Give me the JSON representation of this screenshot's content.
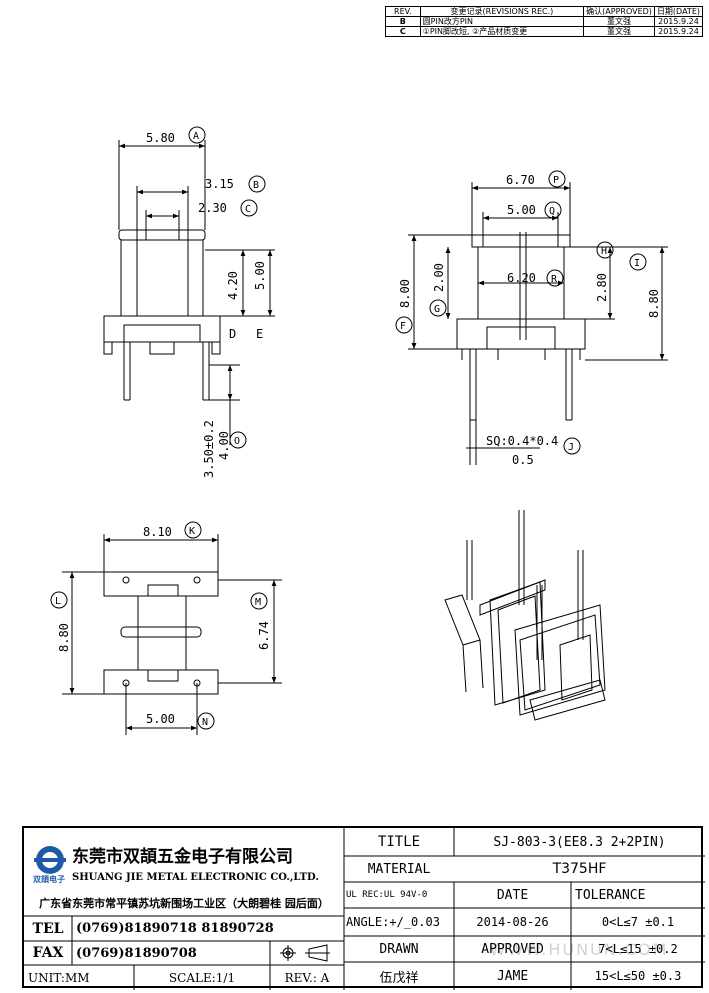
{
  "revision_table": {
    "col_rev": "REV.",
    "col_desc": "变更记录(REVISIONS REC.)",
    "col_approved": "确认(APPROVED)",
    "col_date": "日期(DATE)",
    "rows": [
      {
        "rev": "B",
        "desc": "圆PIN改方PIN",
        "approved": "董文强",
        "date": "2015.9.24"
      },
      {
        "rev": "C",
        "desc": "①PIN脚改短, ②产品材质变更",
        "approved": "董文强",
        "date": "2015.9.24"
      }
    ]
  },
  "dimensions": {
    "A": "5.80",
    "B": "3.15",
    "C": "2.30",
    "D_val": "4.20",
    "E_val": "5.00",
    "D": "D",
    "E": "E",
    "O": "3.50±0.2",
    "O2": "4.00",
    "P": "6.70",
    "Q": "5.00",
    "R": "6.20",
    "G": "2.00",
    "F": "8.00",
    "H": "2.80",
    "I": "8.80",
    "J": "SQ:0.4*0.4",
    "J2": "0.5",
    "K": "8.10",
    "L": "8.80",
    "M": "6.74",
    "N": "5.00",
    "mark_A": "A",
    "mark_B": "B",
    "mark_C": "C",
    "mark_O": "O",
    "mark_P": "P",
    "mark_Q": "Q",
    "mark_R": "R",
    "mark_G": "G",
    "mark_F": "F",
    "mark_H": "H",
    "mark_I": "I",
    "mark_J": "J",
    "mark_K": "K",
    "mark_L": "L",
    "mark_M": "M",
    "mark_N": "N"
  },
  "title_block": {
    "company_cn": "东莞市双頡五金电子有限公司",
    "company_en": "SHUANG JIE METAL ELECTRONIC CO.,LTD.",
    "logo_text": "双頡电子",
    "address": "广东省东莞市常平镇苏坑新围场工业区（大朗碧桂 园后面）",
    "tel_label": "TEL",
    "tel": "(0769)81890718  81890728",
    "fax_label": "FAX",
    "fax": "(0769)81890708",
    "unit": "UNIT:MM",
    "scale": "SCALE:1/1",
    "rev": "REV.: A",
    "title_label": "TITLE",
    "title": "SJ-803-3(EE8.3 2+2PIN)",
    "material_label": "MATERIAL",
    "material": "T375HF",
    "ul": "UL REC:UL 94V-0",
    "date_label": "DATE",
    "tolerance_label": "TOLERANCE",
    "angle": "ANGLE:+/_0.03",
    "date": "2014-08-26",
    "tol1": "0<L≤7   ±0.1",
    "drawn_label": "DRAWN",
    "approved_label": "APPROVED",
    "tol2": "7<L≤15  ±0.2",
    "drawn": "伍戊祥",
    "approved": "JAME",
    "tol3": "15<L≤50  ±0.3",
    "watermark": "WWW.HUNUN.COM"
  }
}
